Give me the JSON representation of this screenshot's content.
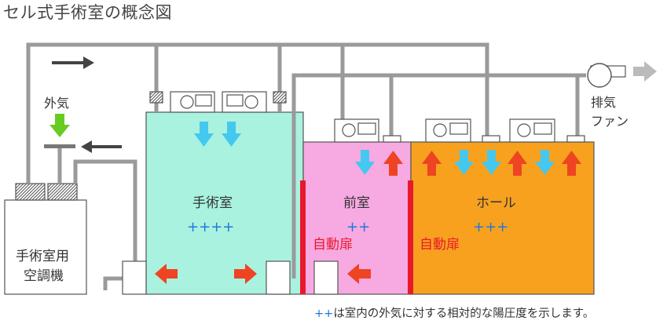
{
  "title": "セル式手術室の概念図",
  "labels": {
    "outside_air": "外気",
    "exhaust_fan_line1": "排気",
    "exhaust_fan_line2": "ファン",
    "ahu_line1": "手術室用",
    "ahu_line2": "空調機",
    "or_room": "手術室",
    "or_pressure": "++++",
    "anteroom": "前室",
    "anteroom_pressure": "++",
    "hall": "ホール",
    "hall_pressure": "+++",
    "auto_door_1": "自動扉",
    "auto_door_2": "自動扉",
    "note": "++は室内の外気に対する相対的な陽圧度を示します。"
  },
  "colors": {
    "or_room": "#a8f2df",
    "anteroom": "#f7a9e2",
    "hall": "#f7a11f",
    "duct": "#9a9a9a",
    "supply_arrow": "#45c8ef",
    "exhaust_arrow": "#ee4422",
    "door": "#e8192c",
    "outside_air_arrow": "#66cc22",
    "flow_arrow": "#444444",
    "pressure_plus": "#2277dd"
  }
}
